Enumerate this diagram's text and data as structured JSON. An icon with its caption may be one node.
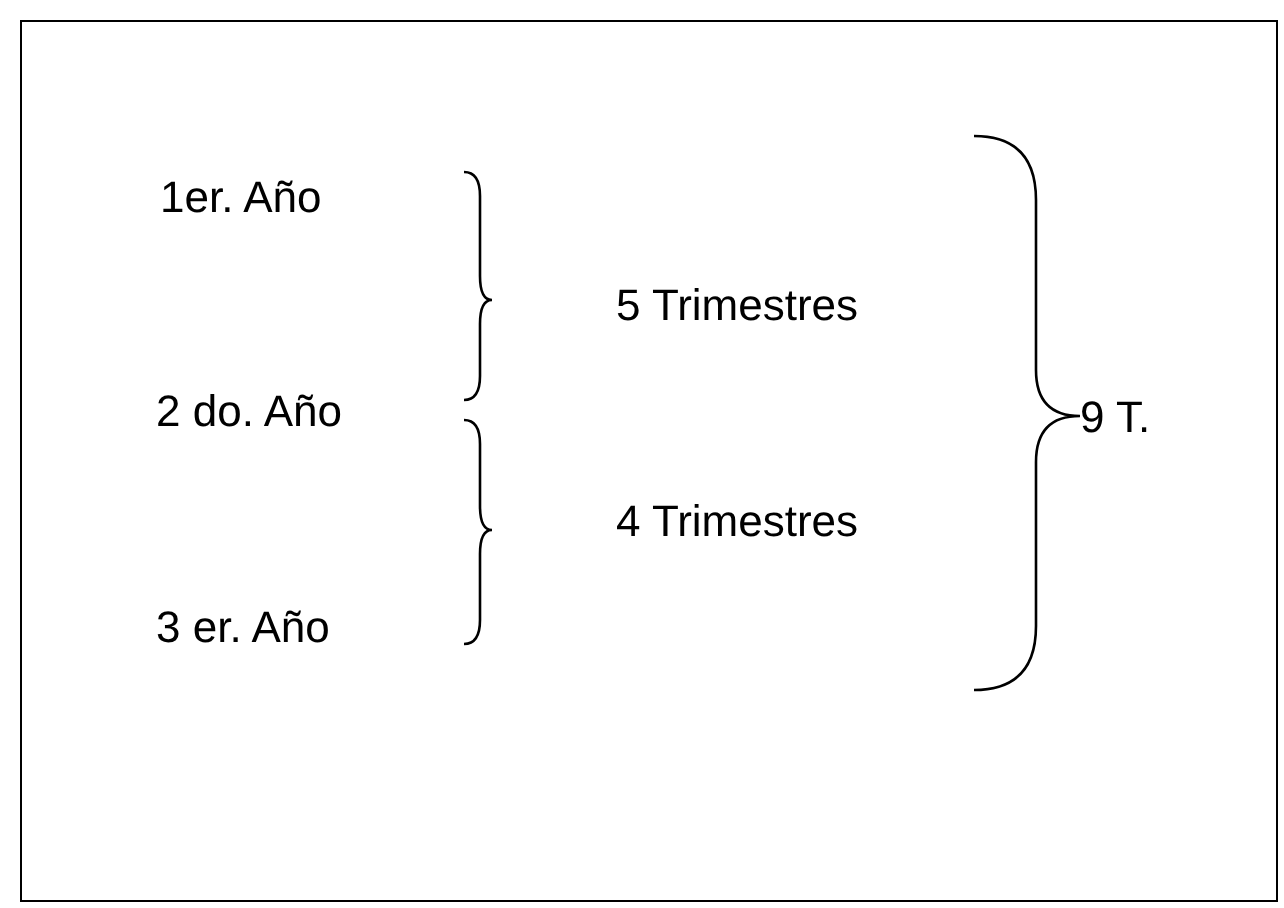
{
  "diagram": {
    "labels": [
      "1er. Año",
      "5 Trimestres",
      "2 do. Año",
      "4 Trimestres",
      "3 er. Año",
      "9 T."
    ]
  }
}
